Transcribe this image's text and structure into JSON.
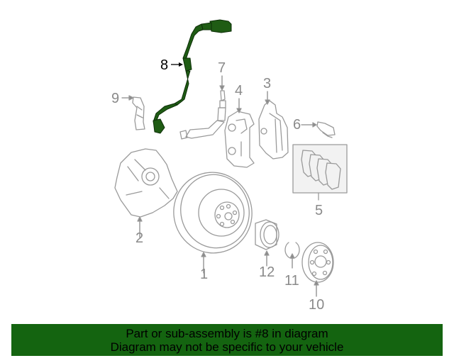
{
  "diagram": {
    "highlighted_part": "8",
    "highlight_color": "#1f5c14",
    "part_color": "#9a9a9a",
    "callouts": [
      {
        "num": "1",
        "part": "brake-rotor"
      },
      {
        "num": "2",
        "part": "splash-shield"
      },
      {
        "num": "3",
        "part": "brake-caliper"
      },
      {
        "num": "4",
        "part": "caliper-bracket"
      },
      {
        "num": "5",
        "part": "brake-pads-set"
      },
      {
        "num": "6",
        "part": "pad-wear-sensor"
      },
      {
        "num": "7",
        "part": "brake-hose"
      },
      {
        "num": "8",
        "part": "abs-wheel-speed-sensor"
      },
      {
        "num": "9",
        "part": "bracket"
      },
      {
        "num": "10",
        "part": "wheel-hub"
      },
      {
        "num": "11",
        "part": "snap-ring"
      },
      {
        "num": "12",
        "part": "wheel-bearing"
      }
    ]
  },
  "banner": {
    "line1": "Part or sub-assembly is #8 in diagram",
    "line2": "Diagram may not be specific to your vehicle",
    "background": "#146410"
  }
}
